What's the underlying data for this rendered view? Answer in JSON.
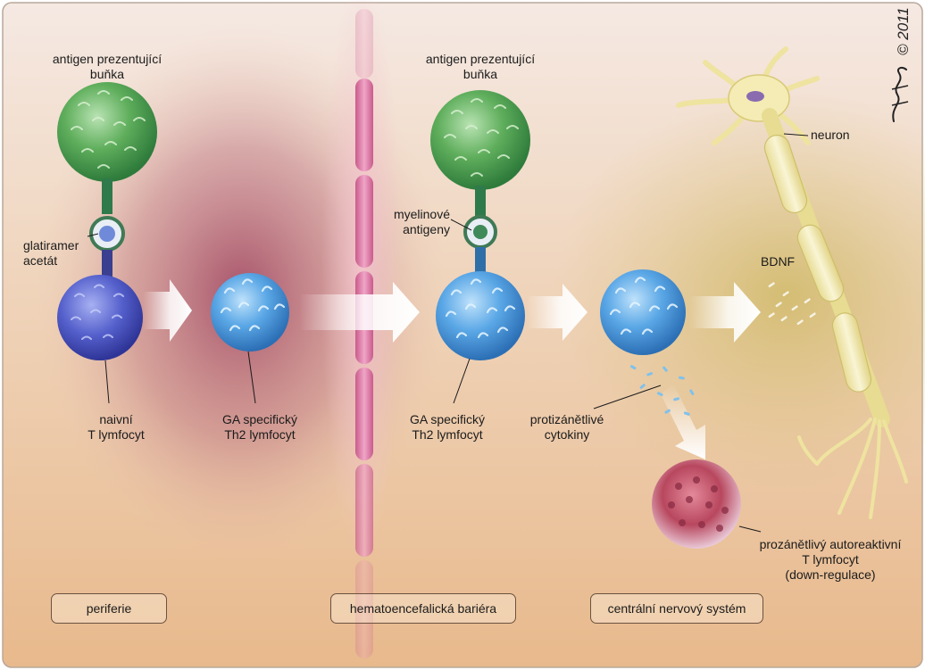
{
  "labels": {
    "apc_left": [
      "antigen prezentující",
      "buňka"
    ],
    "apc_right": [
      "antigen prezentující",
      "buňka"
    ],
    "glatiramer": [
      "glatiramer",
      "acetát"
    ],
    "myelin": [
      "myelinové",
      "antigeny"
    ],
    "naive": [
      "naivní",
      "T lymfocyt"
    ],
    "th2_left": [
      "GA specifický",
      "Th2 lymfocyt"
    ],
    "th2_right": [
      "GA specifický",
      "Th2 lymfocyt"
    ],
    "cytokines": [
      "protizánětlivé",
      "cytokiny"
    ],
    "neuron": "neuron",
    "bdnf": "BDNF",
    "autoreactive": [
      "prozánětlivý autoreaktivní",
      "T lymfocyt",
      "(down-regulace)"
    ]
  },
  "regions": {
    "periphery": "periferie",
    "barrier": "hematoencefalická bariéra",
    "cns": "centrální nervový systém"
  },
  "copyright": "© 2011",
  "colors": {
    "apc_green": "#3f9a4c",
    "naive_blue": "#4850c0",
    "th2_blue": "#3d8fd6",
    "barrier_pink": "#d97aa6",
    "autoreactive_red": "#b24f6a",
    "neuron_yellow": "#f3eaa6",
    "background_warm": "#ecc79b"
  }
}
